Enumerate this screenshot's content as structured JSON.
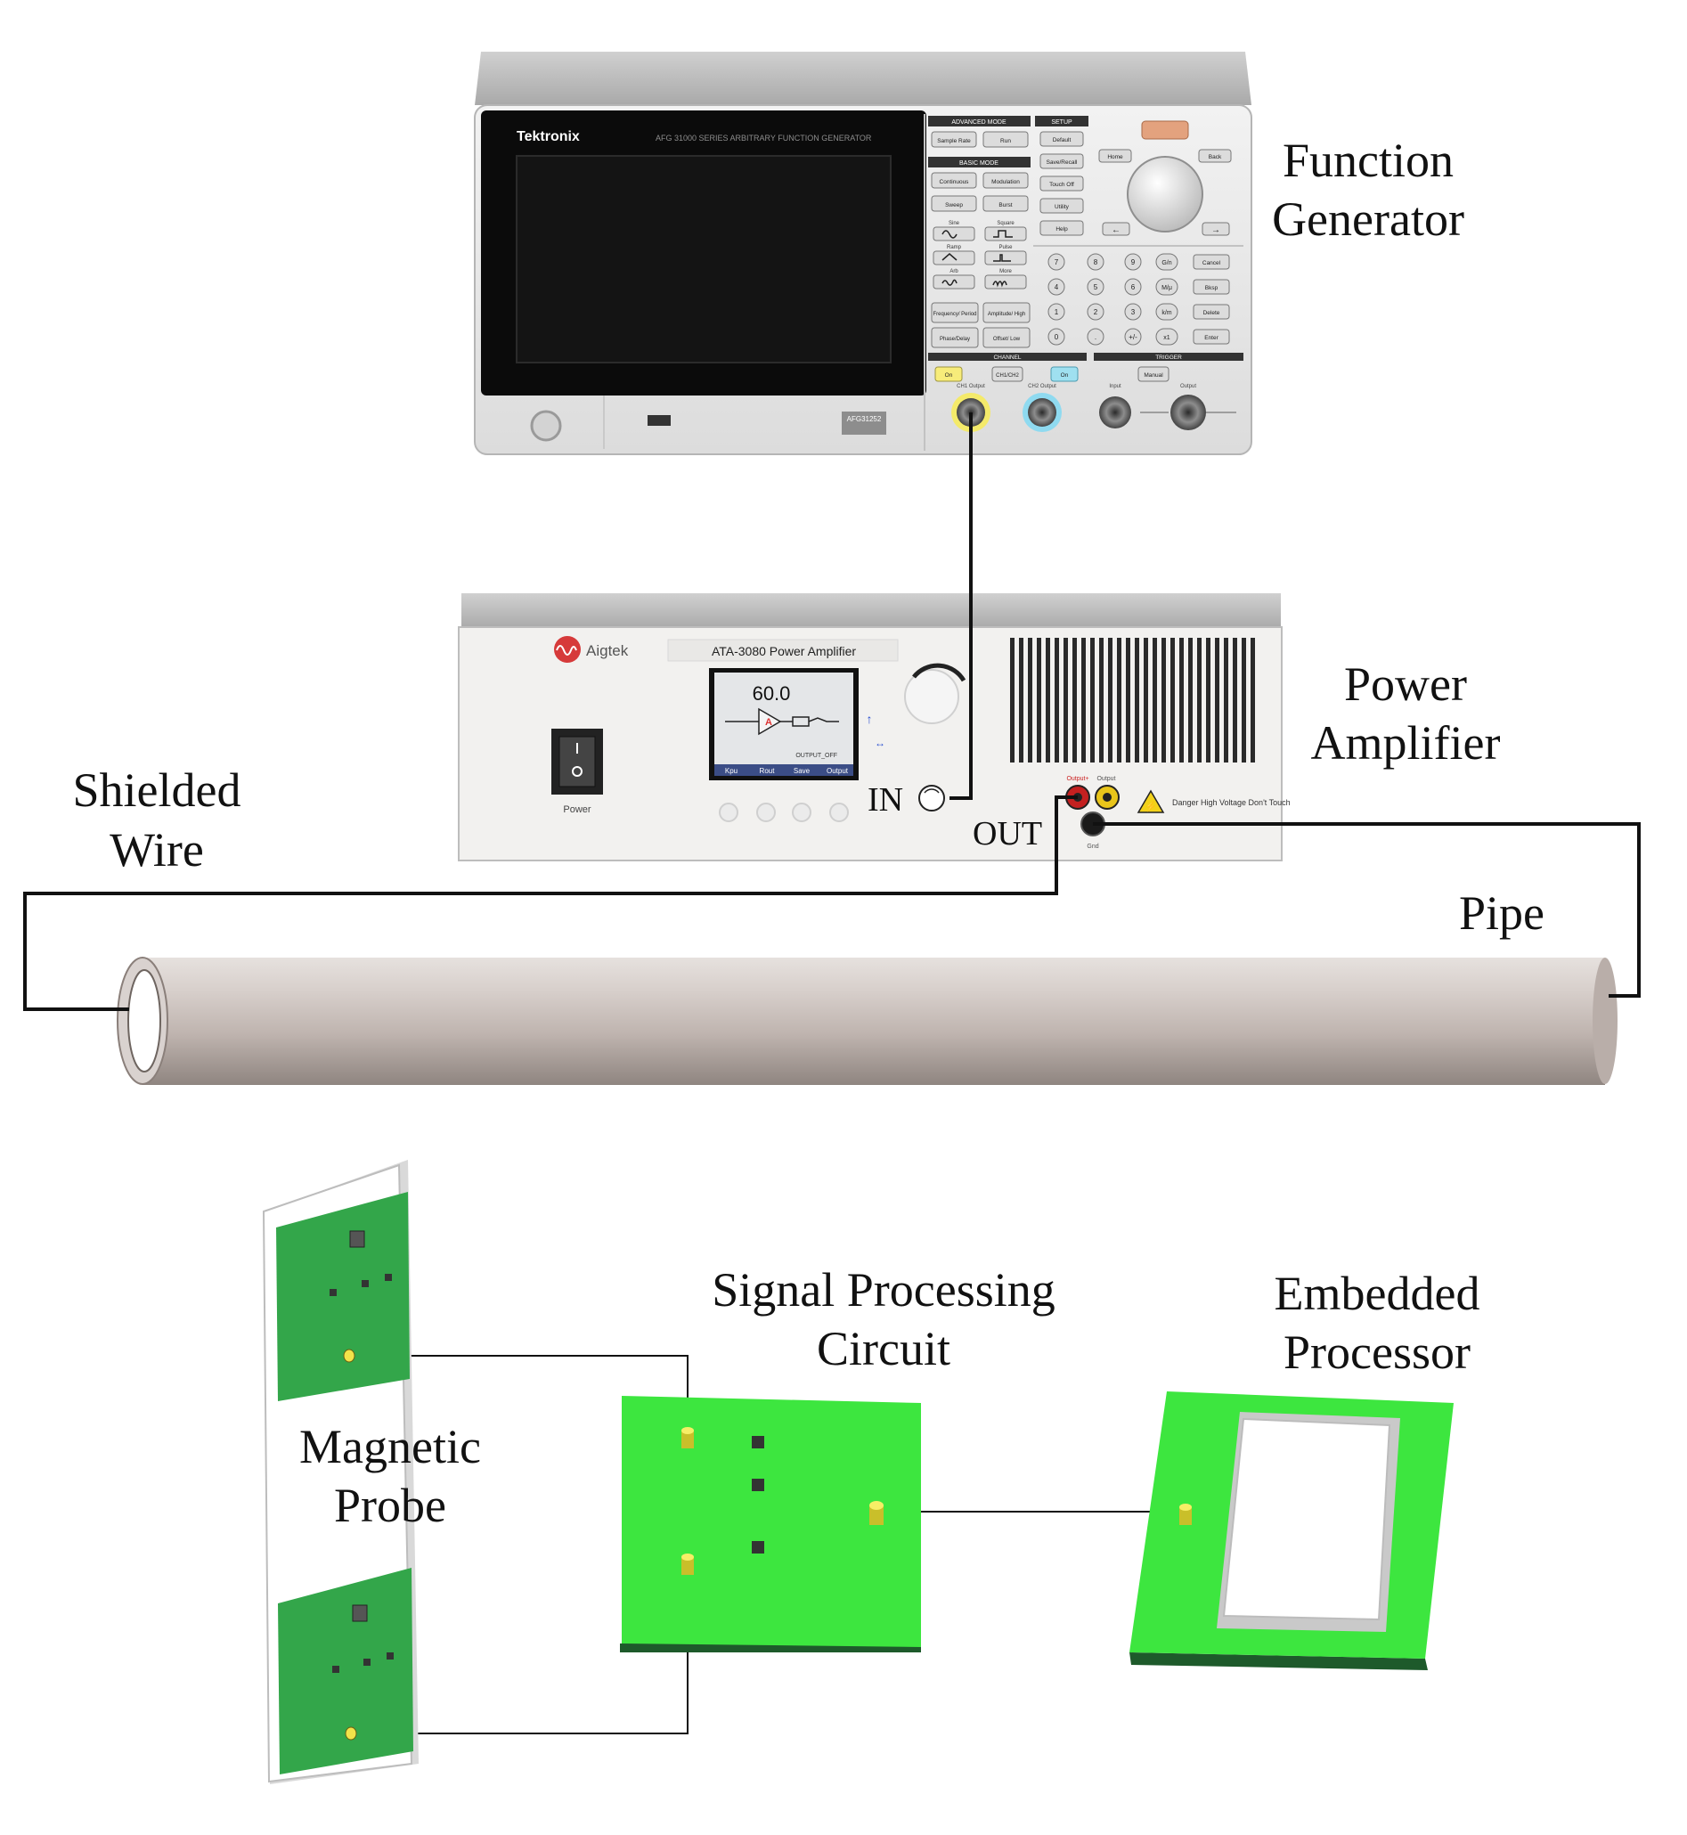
{
  "labels": {
    "function_generator": [
      "Function",
      "Generator"
    ],
    "power_amplifier": [
      "Power",
      "Amplifier"
    ],
    "shielded_wire": [
      "Shielded",
      "Wire"
    ],
    "pipe": "Pipe",
    "magnetic_probe": [
      "Magnetic",
      "Probe"
    ],
    "signal_processing": [
      "Signal Processing",
      "Circuit"
    ],
    "embedded_processor": [
      "Embedded",
      "Processor"
    ],
    "in_port": "IN",
    "out_port": "OUT"
  },
  "function_generator_panel": {
    "brand": "Tektronix",
    "series": "AFG 31000 SERIES  ARBITRARY FUNCTION GENERATOR",
    "model": "AFG31252",
    "section_advanced": "ADVANCED MODE",
    "section_basic": "BASIC MODE",
    "section_setup": "SETUP",
    "section_channel": "CHANNEL",
    "section_trigger": "TRIGGER",
    "buttons": {
      "sample_rate": "Sample Rate",
      "run": "Run",
      "continuous": "Continuous",
      "modulation": "Modulation",
      "sweep": "Sweep",
      "burst": "Burst",
      "default": "Default",
      "save_recall": "Save/Recall",
      "touch_off": "Touch Off",
      "utility": "Utility",
      "help": "Help",
      "home": "Home",
      "back": "Back",
      "freq_period": "Frequency/ Period",
      "amplitude": "Amplitude/ High",
      "phase_delay": "Phase/Delay",
      "offset": "Offset/ Low",
      "ch1_on": "On",
      "ch2_on": "On",
      "ch_switch": "CH1/CH2",
      "manual": "Manual",
      "cancel": "Cancel",
      "bksp": "Bksp",
      "delete": "Delete",
      "enter": "Enter"
    },
    "waveforms": [
      "Sine",
      "Square",
      "Ramp",
      "Pulse",
      "Arb",
      "More"
    ],
    "keypad": [
      "7",
      "8",
      "9",
      "4",
      "5",
      "6",
      "1",
      "2",
      "3",
      "0",
      ".",
      "+/-"
    ],
    "units": [
      "G/n",
      "M/μ",
      "k/m",
      "x1"
    ],
    "connectors": [
      "CH1 Output",
      "CH2 Output",
      "Input",
      "Output"
    ]
  },
  "power_amplifier_panel": {
    "brand": "Aigtek",
    "title": "ATA-3080  Power Amplifier",
    "display_value": "60.0",
    "softkeys": [
      "Kpu",
      "Rout",
      "Save",
      "Output"
    ],
    "status": "OUTPUT_OFF",
    "power_label": "Power",
    "output_plus": "Output+",
    "output": "Output",
    "gnd": "Gnd",
    "warning": "Danger High Voltage Don't Touch"
  }
}
